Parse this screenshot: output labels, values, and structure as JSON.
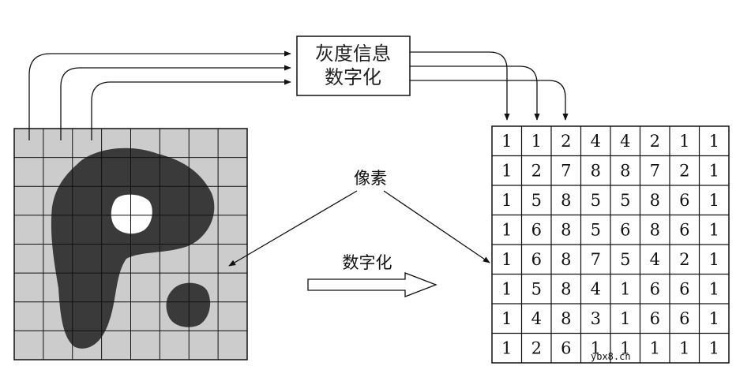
{
  "process_box": {
    "line1": "灰度信息",
    "line2": "数字化"
  },
  "labels": {
    "pixel": "像素",
    "digitize": "数字化"
  },
  "matrix": [
    [
      "1",
      "1",
      "2",
      "4",
      "4",
      "2",
      "1",
      "1"
    ],
    [
      "1",
      "2",
      "7",
      "8",
      "8",
      "7",
      "2",
      "1"
    ],
    [
      "1",
      "5",
      "8",
      "5",
      "5",
      "8",
      "6",
      "1"
    ],
    [
      "1",
      "6",
      "8",
      "5",
      "6",
      "8",
      "6",
      "1"
    ],
    [
      "1",
      "6",
      "8",
      "7",
      "5",
      "4",
      "2",
      "1"
    ],
    [
      "1",
      "5",
      "8",
      "4",
      "1",
      "6",
      "6",
      "1"
    ],
    [
      "1",
      "4",
      "8",
      "3",
      "1",
      "6",
      "6",
      "1"
    ],
    [
      "1",
      "2",
      "6",
      "1",
      "1",
      "1",
      "1",
      "1"
    ]
  ],
  "watermark": "ybx8.cn",
  "colors": {
    "grid_fill": "#cccccc",
    "shape_fill": "#3a3a3a",
    "line": "#111111"
  }
}
